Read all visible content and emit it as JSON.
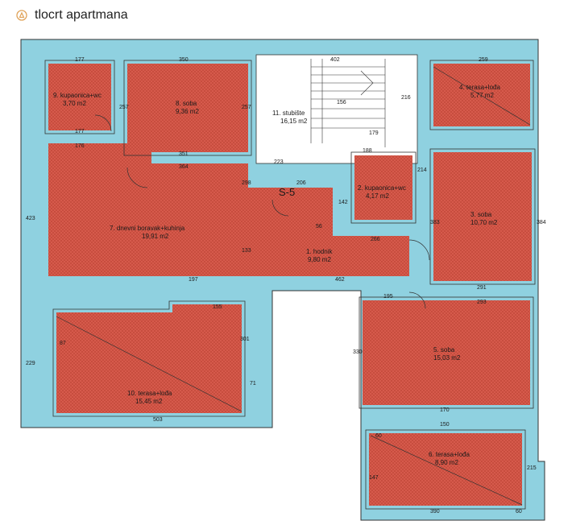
{
  "header": {
    "title": "tlocrt apartmana",
    "icon": "floor-plan-icon"
  },
  "colors": {
    "wall": "#8fd1e0",
    "floor": "#d65a4c",
    "header_icon": "#e0a35a"
  },
  "floorplan": {
    "rooms": [
      {
        "label": "1. hodnik",
        "area": "9,80 m2"
      },
      {
        "label": "2. kupaonica+wc",
        "area": "4,17 m2"
      },
      {
        "label": "3. soba",
        "area": "10,70 m2"
      },
      {
        "label": "4. terasa+lođa",
        "area": "5,77 m2"
      },
      {
        "label": "5. soba",
        "area": "15,03 m2"
      },
      {
        "label": "6. terasa+lođa",
        "area": "8,90 m2"
      },
      {
        "label": "7. dnevni boravak+kuhinja",
        "area": "19,91 m2"
      },
      {
        "label": "8. soba",
        "area": "9,36 m2"
      },
      {
        "label": "9. kupaonica+wc",
        "area": "3,70 m2"
      },
      {
        "label": "10. terasa+lođa",
        "area": "15,45 m2"
      },
      {
        "label": "11. stubište",
        "area": "16,15 m2"
      }
    ],
    "tag": "S-5",
    "dimensions": [
      "177",
      "350",
      "402",
      "259",
      "257",
      "257",
      "156",
      "216",
      "179",
      "177",
      "176",
      "351",
      "364",
      "223",
      "188",
      "206",
      "298",
      "133",
      "142",
      "214",
      "56",
      "266",
      "383",
      "384",
      "462",
      "197",
      "291",
      "293",
      "195",
      "155",
      "301",
      "71",
      "87",
      "229",
      "330",
      "503",
      "170",
      "150",
      "147",
      "60",
      "215",
      "390",
      "60",
      "423"
    ]
  }
}
